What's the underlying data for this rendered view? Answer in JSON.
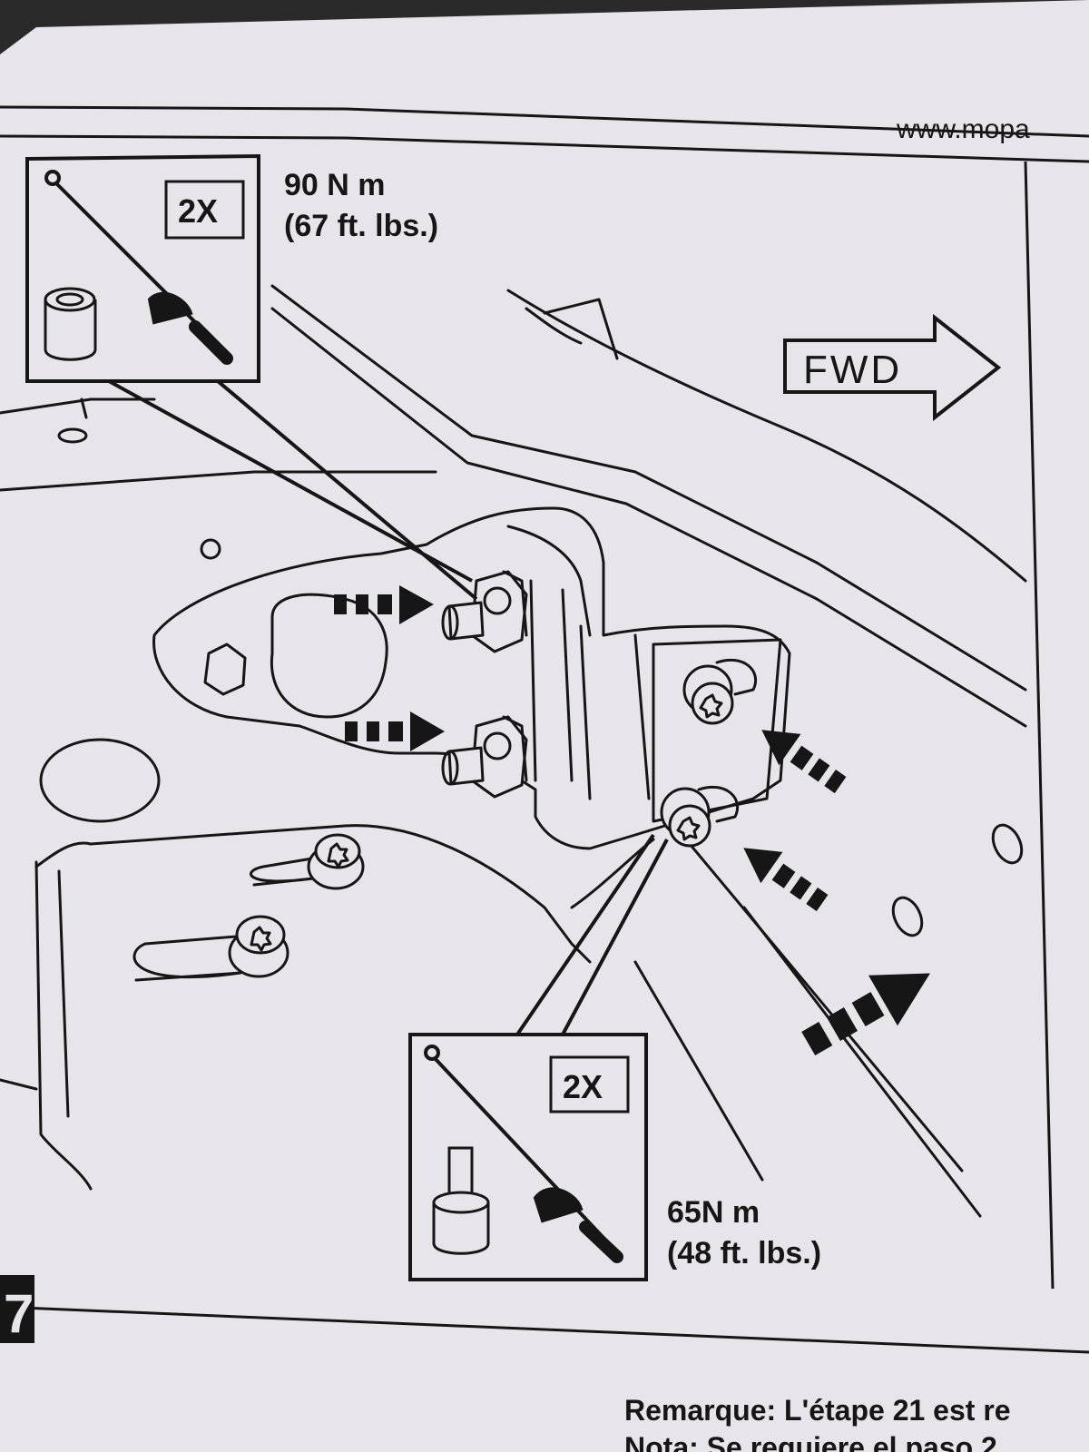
{
  "header": {
    "url_fragment": "www.mopa"
  },
  "torque_callouts": {
    "upper": {
      "quantity": "2X",
      "metric": "90 N m",
      "imperial": "(67 ft. lbs.)"
    },
    "lower": {
      "quantity": "2X",
      "metric": "65N m",
      "imperial": "(48 ft. lbs.)"
    }
  },
  "direction_label": "FWD",
  "step_tab": "7",
  "footer": {
    "note_fr": "Remarque: L'étape 21 est re",
    "note_es_partial": "Nota: Se requiere el paso 2"
  },
  "colors": {
    "paper": "#e7e5ea",
    "ink": "#161616",
    "background": "#2a2a2a"
  },
  "icons": [
    "torque-wrench-icon",
    "socket-icon",
    "torx-bit-icon",
    "forward-arrow-icon",
    "dashed-arrow-icon"
  ]
}
